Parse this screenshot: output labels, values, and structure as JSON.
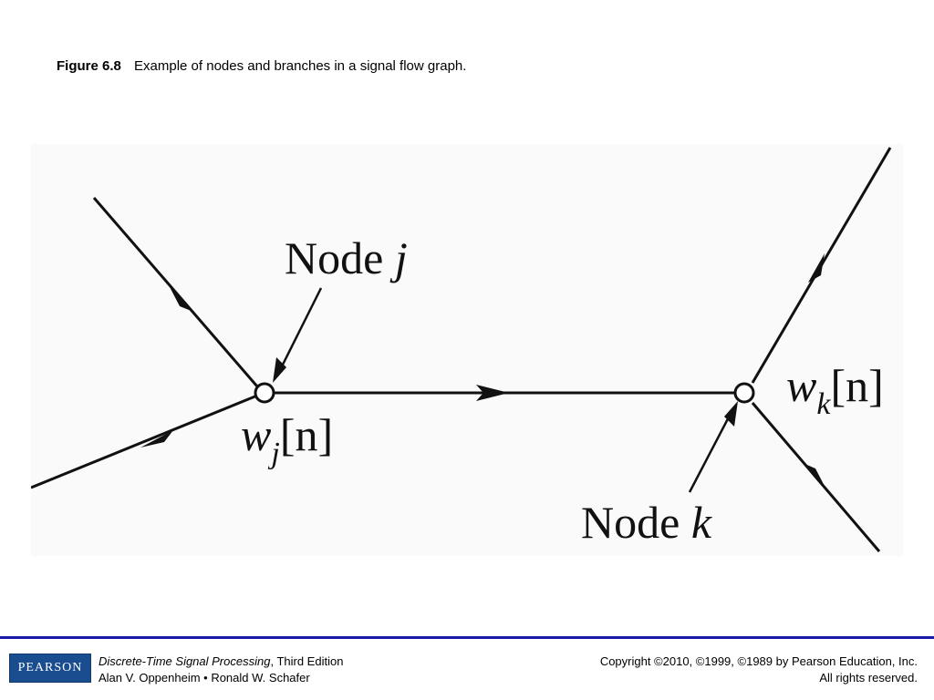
{
  "caption": {
    "figure_number": "Figure 6.8",
    "text": "Example of nodes and branches in a signal flow graph."
  },
  "diagram": {
    "node_j_label": {
      "word": "Node",
      "var": "j"
    },
    "node_k_label": {
      "word": "Node",
      "var": "k"
    },
    "wj_label": {
      "base": "w",
      "sub": "j",
      "arg": "[n]"
    },
    "wk_label": {
      "base": "w",
      "sub": "k",
      "arg": "[n]"
    }
  },
  "footer": {
    "logo_text": "PEARSON",
    "book_title": "Discrete-Time Signal Processing",
    "edition": ", Third Edition",
    "authors": "Alan V. Oppenheim • Ronald W. Schafer",
    "copyright": "Copyright ©2010, ©1999, ©1989 by Pearson Education, Inc.",
    "rights": "All rights reserved."
  }
}
